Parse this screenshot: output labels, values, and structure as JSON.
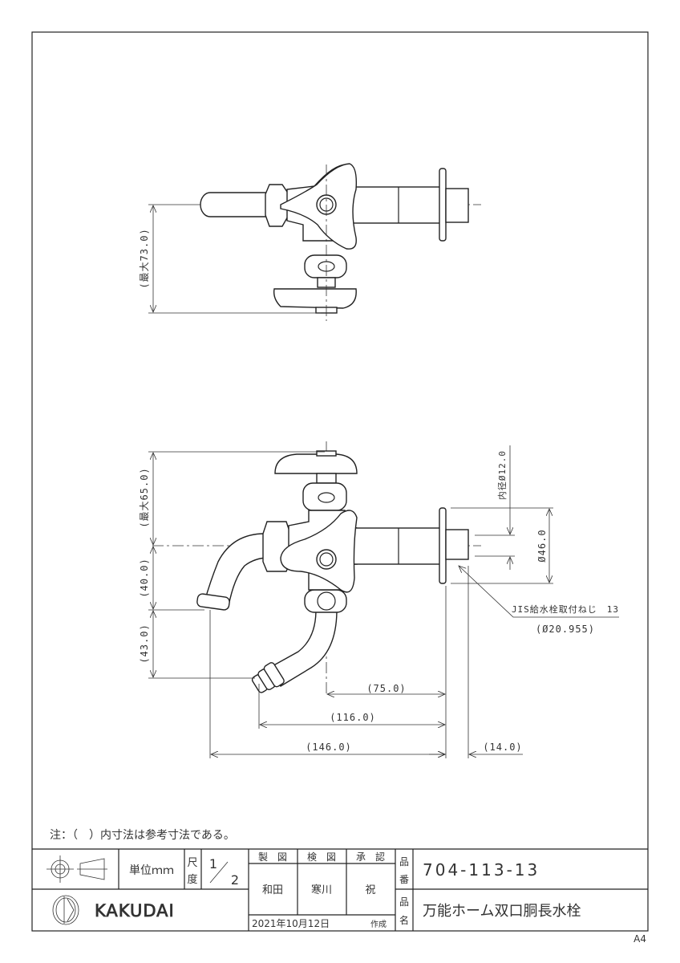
{
  "drawing": {
    "top_view": {
      "dim_max_height": "(最大73.0)"
    },
    "front_view": {
      "dim_max_top": "(最大65.0)",
      "dim_spout_drop": "(40.0)",
      "dim_hose_drop": "(43.0)",
      "dim_75": "(75.0)",
      "dim_116": "(116.0)",
      "dim_146": "(146.0)",
      "dim_14": "(14.0)",
      "dim_inner_dia": "内径Ø12.0",
      "dim_flange_dia": "Ø46.0",
      "thread_note": "JIS給水栓取付ねじ　13",
      "thread_size": "(Ø20.955)"
    }
  },
  "note": "注：（　）内寸法は参考寸法である。",
  "title_block": {
    "unit": "単位ｍｍ",
    "scale_label_1": "尺",
    "scale_label_2": "度",
    "scale_num": "1",
    "scale_den": "2",
    "drafted_label": "製　図",
    "checked_label": "検　図",
    "approved_label": "承　認",
    "drafted_by": "和田",
    "checked_by": "寒川",
    "approved_by": "祝",
    "date": "2021年10月12日",
    "created_label": "作成",
    "part_no_label_1": "品",
    "part_no_label_2": "番",
    "part_no": "704-113-13",
    "part_name_label_1": "品",
    "part_name_label_2": "名",
    "part_name": "万能ホーム双口胴長水栓",
    "brand": "KAKUDAI"
  },
  "paper_size": "A4"
}
